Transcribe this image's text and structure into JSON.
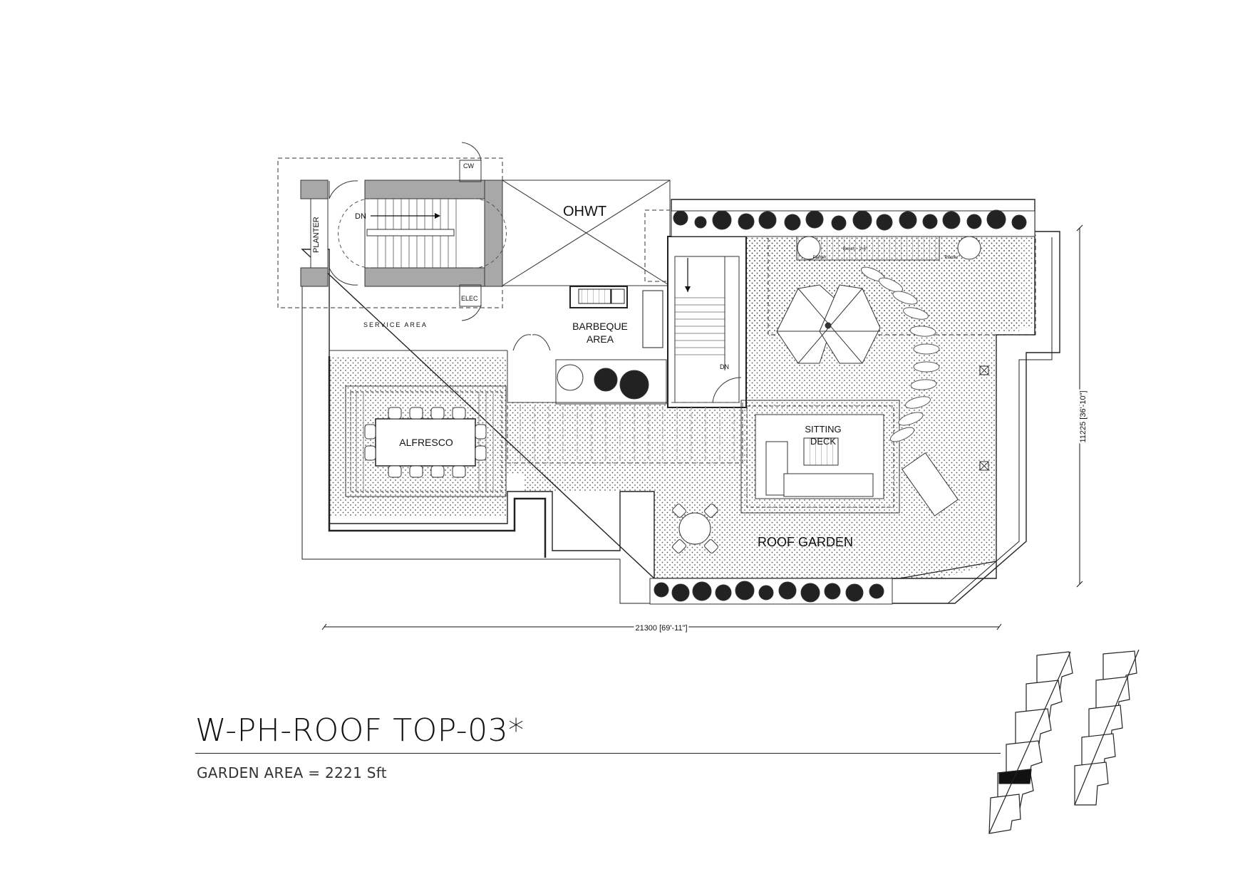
{
  "plan": {
    "title": "W-PH-ROOF TOP-03*",
    "garden_area": "GARDEN AREA  = 2221 Sft",
    "dimensions": {
      "width": "21300 [69'-11\"]",
      "depth": "11225 [36'-10\"]"
    },
    "labels": {
      "ohwt": "OHWT",
      "planter": "PLANTER",
      "dn_stair_1": "DN",
      "dn_stair_2": "DN",
      "cw": "CW",
      "elec": "ELEC",
      "service_area": "SERVICE   AREA",
      "barbeque_line1": "BARBEQUE",
      "barbeque_line2": "AREA",
      "alfresco": "ALFRESCO",
      "sitting_line1": "SITTING",
      "sitting_line2": "DECK",
      "roof_garden": "ROOF GARDEN",
      "bench": "Bench - 1'-6\"",
      "planter_small": "Planter"
    },
    "key_plan": {
      "highlighted_unit": "W-PH-ROOF TOP-03"
    }
  }
}
